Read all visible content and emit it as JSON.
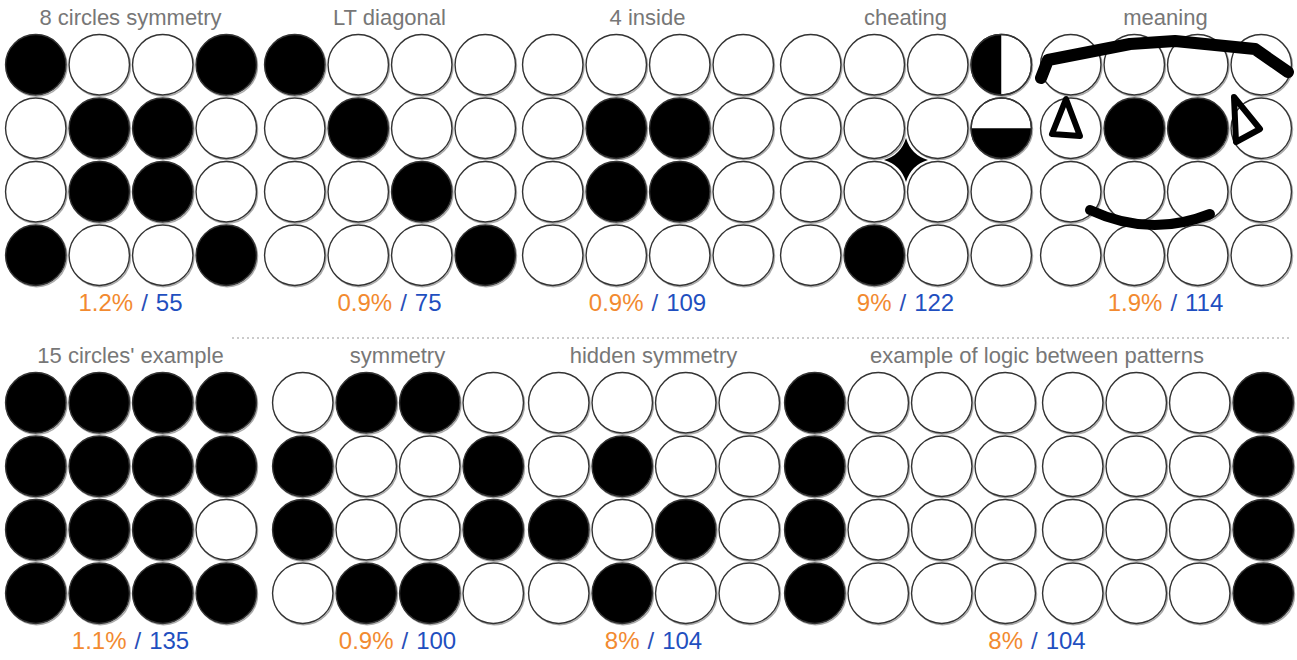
{
  "diagram": {
    "nodes": [
      {
        "text": [
          "8 circles symmetry",
          "1.2%",
          "/",
          "55"
        ]
      },
      {
        "text": [
          "LT diagonal",
          "0.9%",
          "/",
          "75"
        ]
      },
      {
        "text": [
          "4 inside",
          "0.9%",
          "/",
          "109"
        ]
      },
      {
        "text": [
          "cheating",
          "9%",
          "/",
          "122"
        ]
      },
      {
        "text": [
          "meaning",
          "1.9%",
          "/",
          "114"
        ]
      },
      {
        "text": [
          "15 circles' example",
          "1.1%",
          "/",
          "135"
        ]
      },
      {
        "text": [
          "symmetry",
          "0.9%",
          "/",
          "100"
        ]
      },
      {
        "text": [
          "hidden symmetry",
          "8%",
          "/",
          "104"
        ]
      },
      {
        "text": [
          "example of logic between patterns",
          "8%",
          "/",
          "104"
        ]
      }
    ]
  }
}
